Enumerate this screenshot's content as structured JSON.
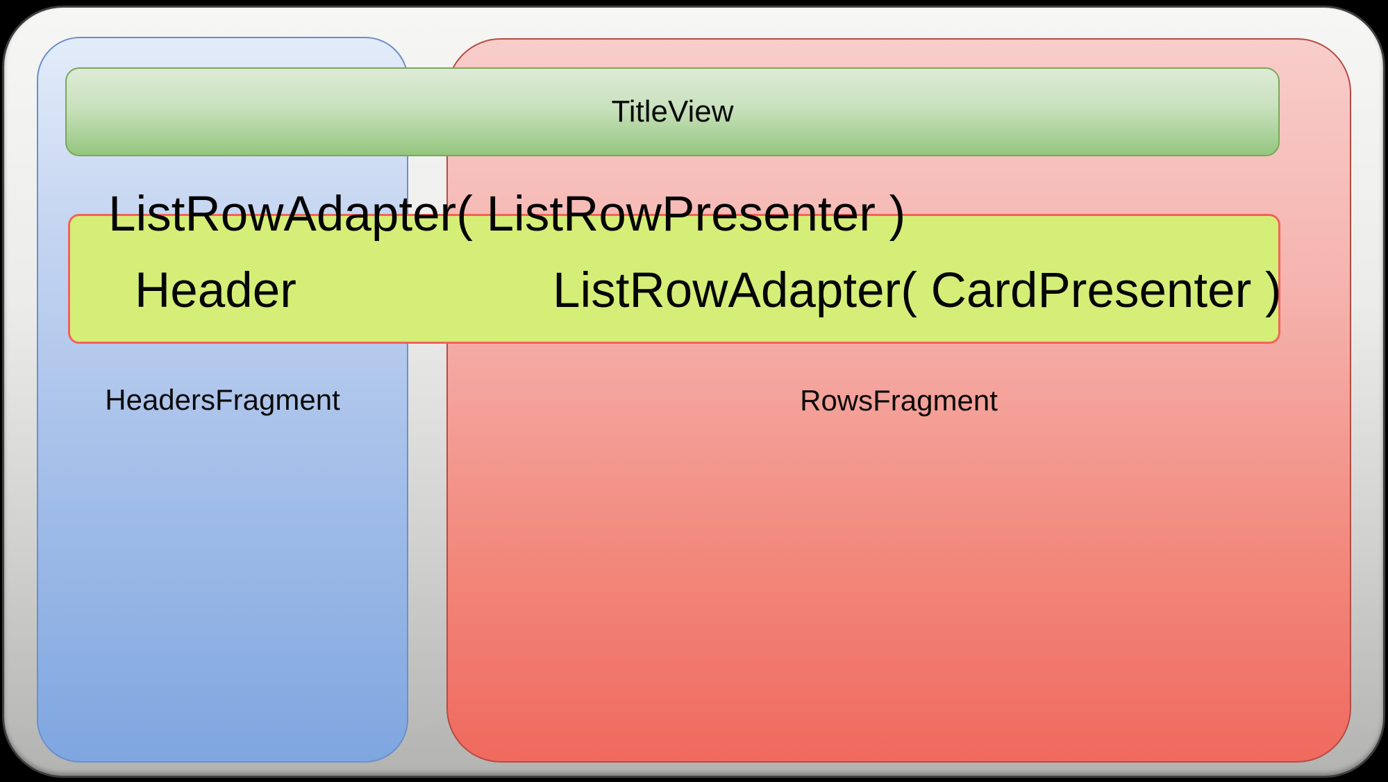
{
  "diagram": {
    "description": "Android Leanback BrowseFragment layout diagram",
    "title_view": {
      "label": "TitleView",
      "fill_top": "#ddebd6",
      "fill_bottom": "#94c67f",
      "border_color": "#7aa758"
    },
    "headers_fragment": {
      "label": "HeadersFragment",
      "fill_top": "#e3ecf9",
      "fill_bottom": "#7fa6e0",
      "border_color": "#6b8fcb"
    },
    "rows_fragment": {
      "label": "RowsFragment",
      "fill_top": "#f8cdca",
      "fill_bottom": "#f0695e",
      "border_color": "#b54b43"
    },
    "adapter_caption": {
      "label": "ListRowAdapter( ListRowPresenter )"
    },
    "list_row": {
      "header_label": "Header",
      "adapter_label": "ListRowAdapter( CardPresenter )",
      "fill": "#d5ee78",
      "border_color": "#f4615a"
    },
    "frame": {
      "fill_top": "#f6f6f4",
      "fill_bottom": "#b3b3b1",
      "border_color": "#3e3e3e",
      "page_background": "#000000"
    },
    "text_color": "#000000"
  }
}
